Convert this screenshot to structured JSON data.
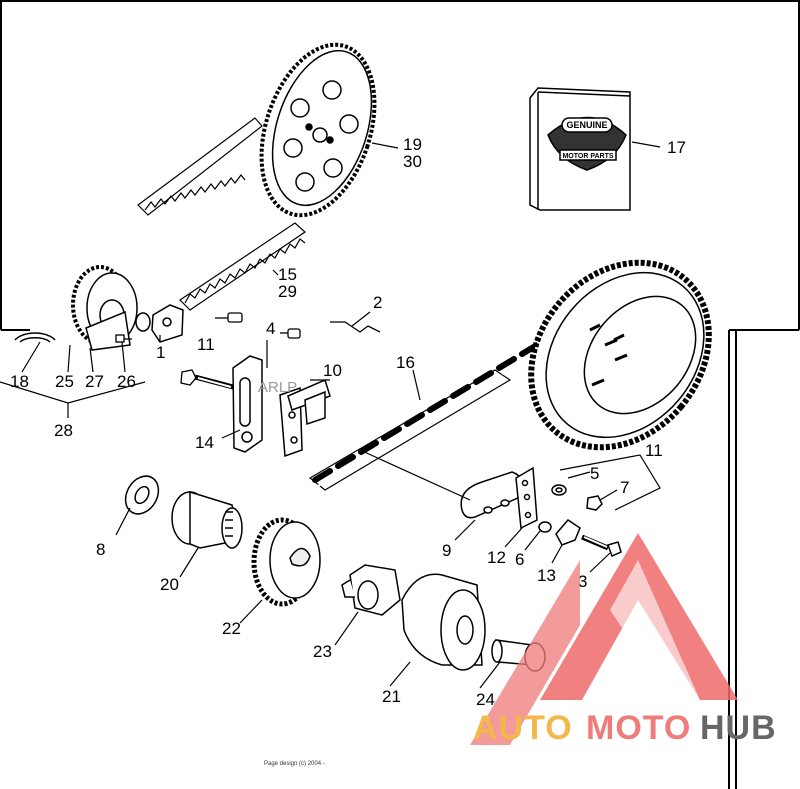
{
  "diagram": {
    "part_labels": {
      "p1": "1",
      "p2": "2",
      "p3": "3",
      "p4": "4",
      "p5": "5",
      "p6": "6",
      "p7": "7",
      "p8": "8",
      "p9": "9",
      "p10": "10",
      "p11a": "11",
      "p11b": "11",
      "p12": "12",
      "p13": "13",
      "p14": "14",
      "p15": "15",
      "p16": "16",
      "p17": "17",
      "p18": "18",
      "p19": "19",
      "p20": "20",
      "p21": "21",
      "p22": "22",
      "p23": "23",
      "p24": "24",
      "p25": "25",
      "p26": "26",
      "p27": "27",
      "p28": "28",
      "p29": "29",
      "p30": "30"
    },
    "box_logo": {
      "top": "GENUINE",
      "bottom": "MOTOR PARTS"
    },
    "stamp": "ARLP",
    "footer": "Page design (c) 2004 -"
  },
  "watermark": {
    "word_part1": "AUTO",
    "word_part2": "MOTO",
    "word_part3": "HUB",
    "colors": {
      "auto": "#f4b84a",
      "moto": "#f07b7b",
      "hub": "#666666",
      "triangle": "#ef6a6a"
    }
  }
}
